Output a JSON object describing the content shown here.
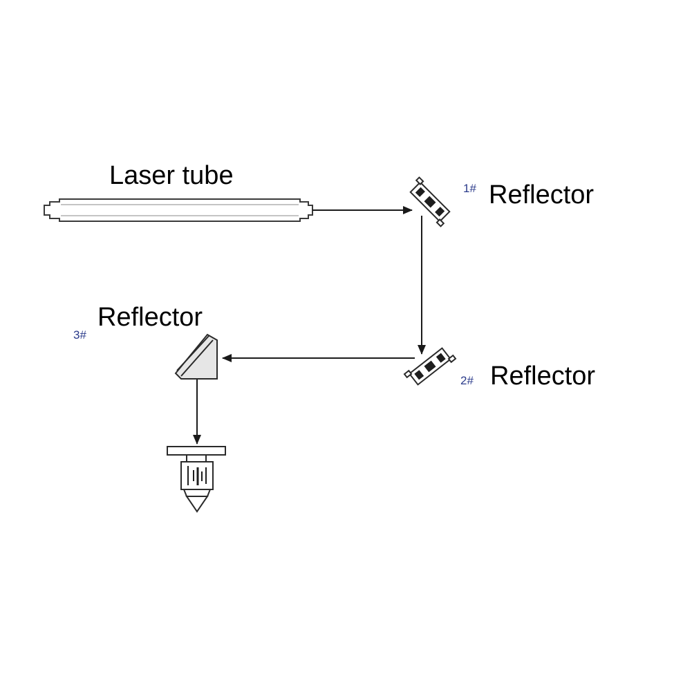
{
  "labels": {
    "laser_tube": "Laser tube",
    "reflector_1_num": "1#",
    "reflector_1": "Reflector",
    "reflector_2_num": "2#",
    "reflector_2": "Reflector",
    "reflector_3_num": "3#",
    "reflector_3": "Reflector"
  },
  "colors": {
    "line": "#1a1a1a",
    "number_label": "#2a3a8a"
  }
}
